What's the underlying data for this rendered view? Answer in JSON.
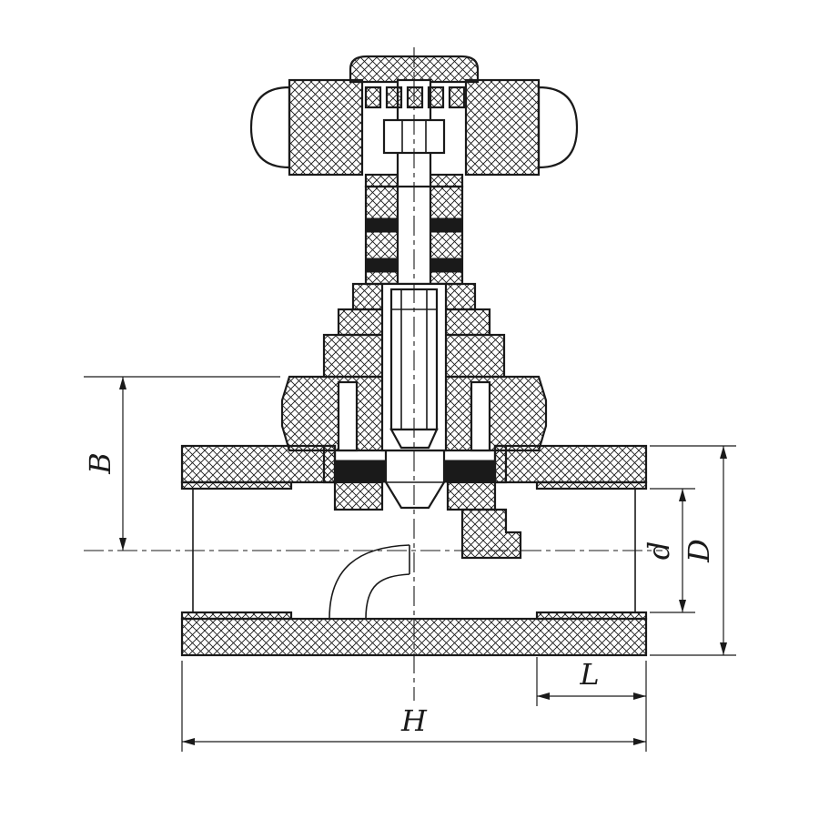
{
  "drawing": {
    "dimension_labels": {
      "B": "B",
      "d": "d",
      "D": "D",
      "L": "L",
      "H": "H"
    }
  },
  "colors": {
    "ink": "#1a1a1a",
    "background": "#ffffff"
  }
}
